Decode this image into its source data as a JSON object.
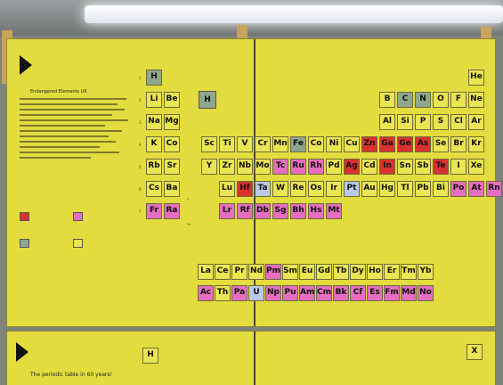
{
  "board": {
    "intro_title": "Endangered Elements UK",
    "legend_box_symbol": "H",
    "lower_title": "The periodic table in 60 years!",
    "lower_left_symbol": "H",
    "lower_right_symbol": "X"
  },
  "colors": {
    "board": "#e3dc3e",
    "serious_threat": "#d8322f",
    "rising_threat": "#e56ec0",
    "limited_availability": "#8ea68d",
    "conflict_minerals": "#b9c8e6",
    "plentiful": "#eae553"
  },
  "period_numbers": [
    "1",
    "2",
    "3",
    "4",
    "5",
    "6",
    "7"
  ],
  "elements": [
    {
      "s": "H",
      "c": "c-g",
      "col": 1,
      "row": 1
    },
    {
      "s": "He",
      "c": "c-y",
      "col": 18,
      "row": 1
    },
    {
      "s": "Li",
      "c": "c-y",
      "col": 1,
      "row": 2
    },
    {
      "s": "Be",
      "c": "c-y",
      "col": 2,
      "row": 2
    },
    {
      "s": "B",
      "c": "c-y",
      "col": 13,
      "row": 2
    },
    {
      "s": "C",
      "c": "c-g",
      "col": 14,
      "row": 2
    },
    {
      "s": "N",
      "c": "c-g",
      "col": 15,
      "row": 2
    },
    {
      "s": "O",
      "c": "c-y",
      "col": 16,
      "row": 2
    },
    {
      "s": "F",
      "c": "c-y",
      "col": 17,
      "row": 2
    },
    {
      "s": "Ne",
      "c": "c-y",
      "col": 18,
      "row": 2
    },
    {
      "s": "Na",
      "c": "c-y",
      "col": 1,
      "row": 3
    },
    {
      "s": "Mg",
      "c": "c-y",
      "col": 2,
      "row": 3
    },
    {
      "s": "Al",
      "c": "c-y",
      "col": 13,
      "row": 3
    },
    {
      "s": "Si",
      "c": "c-y",
      "col": 14,
      "row": 3
    },
    {
      "s": "P",
      "c": "c-y",
      "col": 15,
      "row": 3
    },
    {
      "s": "S",
      "c": "c-y",
      "col": 16,
      "row": 3
    },
    {
      "s": "Cl",
      "c": "c-y",
      "col": 17,
      "row": 3
    },
    {
      "s": "Ar",
      "c": "c-y",
      "col": 18,
      "row": 3
    },
    {
      "s": "K",
      "c": "c-y",
      "col": 1,
      "row": 4
    },
    {
      "s": "Co",
      "c": "c-y",
      "col": 2,
      "row": 4
    },
    {
      "s": "Sc",
      "c": "c-y",
      "col": 3,
      "row": 4
    },
    {
      "s": "Ti",
      "c": "c-y",
      "col": 4,
      "row": 4
    },
    {
      "s": "V",
      "c": "c-y",
      "col": 5,
      "row": 4
    },
    {
      "s": "Cr",
      "c": "c-y",
      "col": 6,
      "row": 4
    },
    {
      "s": "Mn",
      "c": "c-y",
      "col": 7,
      "row": 4
    },
    {
      "s": "Fe",
      "c": "c-g",
      "col": 8,
      "row": 4
    },
    {
      "s": "Co",
      "c": "c-y",
      "col": 9,
      "row": 4
    },
    {
      "s": "Ni",
      "c": "c-y",
      "col": 10,
      "row": 4
    },
    {
      "s": "Cu",
      "c": "c-y",
      "col": 11,
      "row": 4
    },
    {
      "s": "Zn",
      "c": "c-r",
      "col": 12,
      "row": 4
    },
    {
      "s": "Ga",
      "c": "c-r",
      "col": 13,
      "row": 4
    },
    {
      "s": "Ge",
      "c": "c-r",
      "col": 14,
      "row": 4
    },
    {
      "s": "As",
      "c": "c-r",
      "col": 15,
      "row": 4
    },
    {
      "s": "Se",
      "c": "c-y",
      "col": 16,
      "row": 4
    },
    {
      "s": "Br",
      "c": "c-y",
      "col": 17,
      "row": 4
    },
    {
      "s": "Kr",
      "c": "c-y",
      "col": 18,
      "row": 4
    },
    {
      "s": "Rb",
      "c": "c-y",
      "col": 1,
      "row": 5
    },
    {
      "s": "Sr",
      "c": "c-y",
      "col": 2,
      "row": 5
    },
    {
      "s": "Y",
      "c": "c-y",
      "col": 3,
      "row": 5
    },
    {
      "s": "Zr",
      "c": "c-y",
      "col": 4,
      "row": 5
    },
    {
      "s": "Nb",
      "c": "c-y",
      "col": 5,
      "row": 5
    },
    {
      "s": "Mo",
      "c": "c-y",
      "col": 6,
      "row": 5
    },
    {
      "s": "Tc",
      "c": "c-p",
      "col": 7,
      "row": 5
    },
    {
      "s": "Ru",
      "c": "c-p",
      "col": 8,
      "row": 5
    },
    {
      "s": "Rh",
      "c": "c-p",
      "col": 9,
      "row": 5
    },
    {
      "s": "Pd",
      "c": "c-y",
      "col": 10,
      "row": 5
    },
    {
      "s": "Ag",
      "c": "c-r",
      "col": 11,
      "row": 5
    },
    {
      "s": "Cd",
      "c": "c-y",
      "col": 12,
      "row": 5
    },
    {
      "s": "In",
      "c": "c-r",
      "col": 13,
      "row": 5
    },
    {
      "s": "Sn",
      "c": "c-y",
      "col": 14,
      "row": 5
    },
    {
      "s": "Sb",
      "c": "c-y",
      "col": 15,
      "row": 5
    },
    {
      "s": "Te",
      "c": "c-r",
      "col": 16,
      "row": 5
    },
    {
      "s": "I",
      "c": "c-y",
      "col": 17,
      "row": 5
    },
    {
      "s": "Xe",
      "c": "c-y",
      "col": 18,
      "row": 5
    },
    {
      "s": "Cs",
      "c": "c-y",
      "col": 1,
      "row": 6
    },
    {
      "s": "Ba",
      "c": "c-y",
      "col": 2,
      "row": 6
    },
    {
      "s": "Lu",
      "c": "c-y",
      "col": 4,
      "row": 6
    },
    {
      "s": "Hf",
      "c": "c-r",
      "col": 5,
      "row": 6
    },
    {
      "s": "Ta",
      "c": "c-b",
      "col": 6,
      "row": 6
    },
    {
      "s": "W",
      "c": "c-y",
      "col": 7,
      "row": 6
    },
    {
      "s": "Re",
      "c": "c-y",
      "col": 8,
      "row": 6
    },
    {
      "s": "Os",
      "c": "c-y",
      "col": 9,
      "row": 6
    },
    {
      "s": "Ir",
      "c": "c-y",
      "col": 10,
      "row": 6
    },
    {
      "s": "Pt",
      "c": "c-b",
      "col": 11,
      "row": 6
    },
    {
      "s": "Au",
      "c": "c-y",
      "col": 12,
      "row": 6
    },
    {
      "s": "Hg",
      "c": "c-y",
      "col": 13,
      "row": 6
    },
    {
      "s": "Tl",
      "c": "c-y",
      "col": 14,
      "row": 6
    },
    {
      "s": "Pb",
      "c": "c-y",
      "col": 15,
      "row": 6
    },
    {
      "s": "Bi",
      "c": "c-y",
      "col": 16,
      "row": 6
    },
    {
      "s": "Po",
      "c": "c-p",
      "col": 17,
      "row": 6
    },
    {
      "s": "At",
      "c": "c-p",
      "col": 18,
      "row": 6
    },
    {
      "s": "Rn",
      "c": "c-p",
      "col": 19,
      "row": 6
    },
    {
      "s": "Fr",
      "c": "c-p",
      "col": 1,
      "row": 7
    },
    {
      "s": "Ra",
      "c": "c-p",
      "col": 2,
      "row": 7
    },
    {
      "s": "Lr",
      "c": "c-p",
      "col": 4,
      "row": 7
    },
    {
      "s": "Rf",
      "c": "c-p",
      "col": 5,
      "row": 7
    },
    {
      "s": "Db",
      "c": "c-p",
      "col": 6,
      "row": 7
    },
    {
      "s": "Sg",
      "c": "c-p",
      "col": 7,
      "row": 7
    },
    {
      "s": "Bh",
      "c": "c-p",
      "col": 8,
      "row": 7
    },
    {
      "s": "Hs",
      "c": "c-p",
      "col": 9,
      "row": 7
    },
    {
      "s": "Mt",
      "c": "c-p",
      "col": 10,
      "row": 7
    }
  ],
  "lanthanides": [
    {
      "s": "La",
      "c": "c-y"
    },
    {
      "s": "Ce",
      "c": "c-y"
    },
    {
      "s": "Pr",
      "c": "c-y"
    },
    {
      "s": "Nd",
      "c": "c-y"
    },
    {
      "s": "Pm",
      "c": "c-p"
    },
    {
      "s": "Sm",
      "c": "c-y"
    },
    {
      "s": "Eu",
      "c": "c-y"
    },
    {
      "s": "Gd",
      "c": "c-y"
    },
    {
      "s": "Tb",
      "c": "c-y"
    },
    {
      "s": "Dy",
      "c": "c-y"
    },
    {
      "s": "Ho",
      "c": "c-y"
    },
    {
      "s": "Er",
      "c": "c-y"
    },
    {
      "s": "Tm",
      "c": "c-y"
    },
    {
      "s": "Yb",
      "c": "c-y"
    }
  ],
  "actinides": [
    {
      "s": "Ac",
      "c": "c-p"
    },
    {
      "s": "Th",
      "c": "c-y"
    },
    {
      "s": "Pa",
      "c": "c-p"
    },
    {
      "s": "U",
      "c": "c-b"
    },
    {
      "s": "Np",
      "c": "c-p"
    },
    {
      "s": "Pu",
      "c": "c-p"
    },
    {
      "s": "Am",
      "c": "c-p"
    },
    {
      "s": "Cm",
      "c": "c-p"
    },
    {
      "s": "Bk",
      "c": "c-p"
    },
    {
      "s": "Cf",
      "c": "c-p"
    },
    {
      "s": "Es",
      "c": "c-p"
    },
    {
      "s": "Fm",
      "c": "c-p"
    },
    {
      "s": "Md",
      "c": "c-p"
    },
    {
      "s": "No",
      "c": "c-p"
    }
  ],
  "row_markers": {
    "lan": "*",
    "act": "**"
  }
}
